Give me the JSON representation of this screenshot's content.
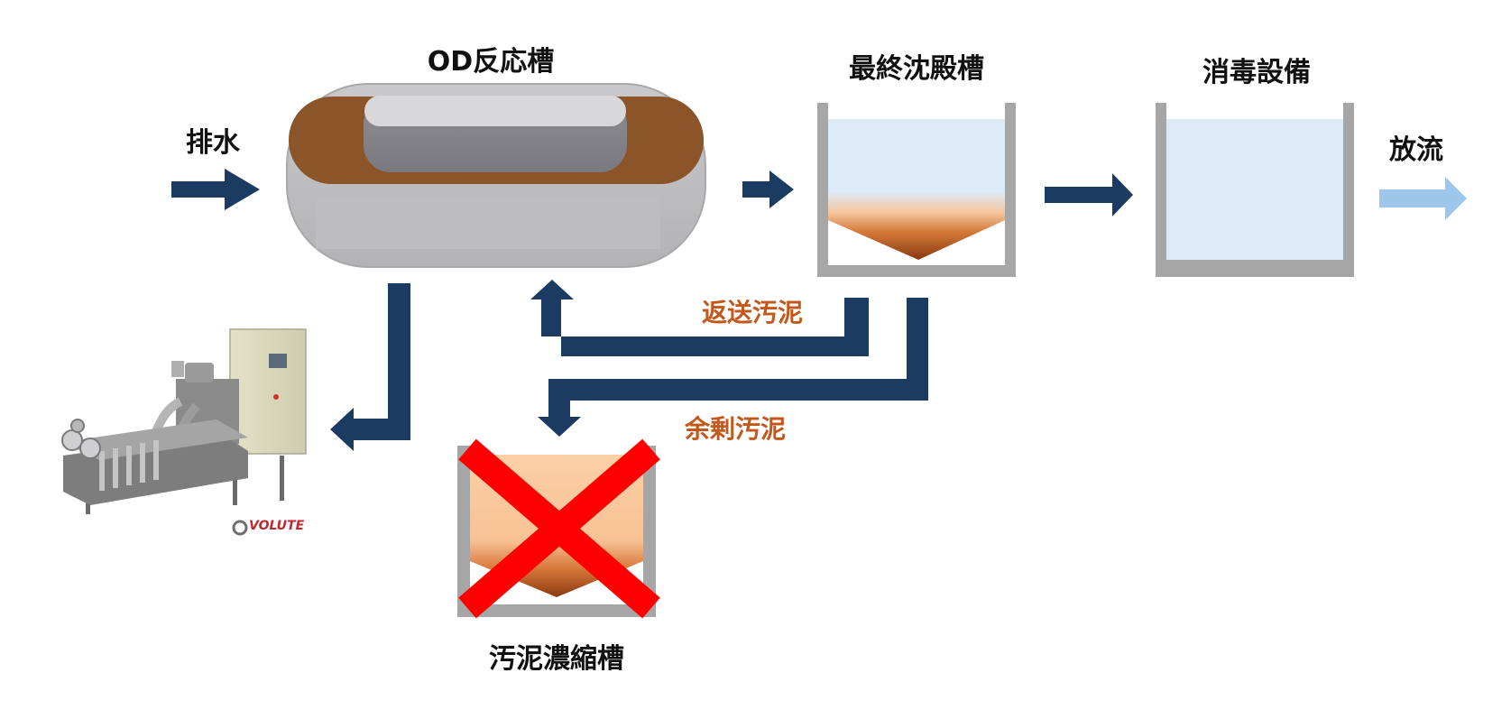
{
  "labels": {
    "inflow": "排水",
    "od_tank": "OD反応槽",
    "final_settling": "最終沈殿槽",
    "disinfection": "消毒設備",
    "discharge": "放流",
    "return_sludge": "返送汚泥",
    "excess_sludge": "余剰汚泥",
    "thickener": "汚泥濃縮槽",
    "brand": "VOLUTE"
  },
  "colors": {
    "arrow_navy": "#1b3b63",
    "arrow_light": "#9cc6ea",
    "sludge_label": "#c4581c",
    "cross": "#ff0000",
    "water": "#dce9f6",
    "sludge_brown": "#8a3a10",
    "tank_grey": "#a6a6a6"
  },
  "thickener_status": "crossed-out"
}
